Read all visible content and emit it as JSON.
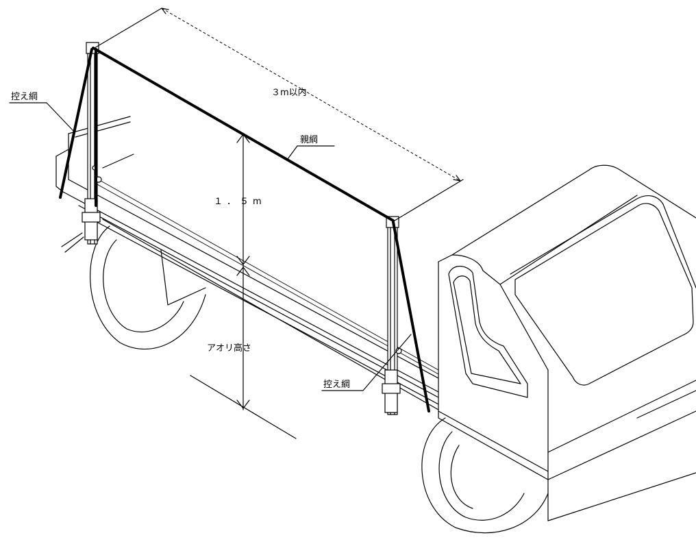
{
  "labels": {
    "guy_rope_left": "控え綱",
    "guy_rope_right": "控え綱",
    "main_rope": "親綱",
    "span_max": "３m以内",
    "height_above": "１．５m",
    "tailgate_height": "アオリ高さ"
  }
}
